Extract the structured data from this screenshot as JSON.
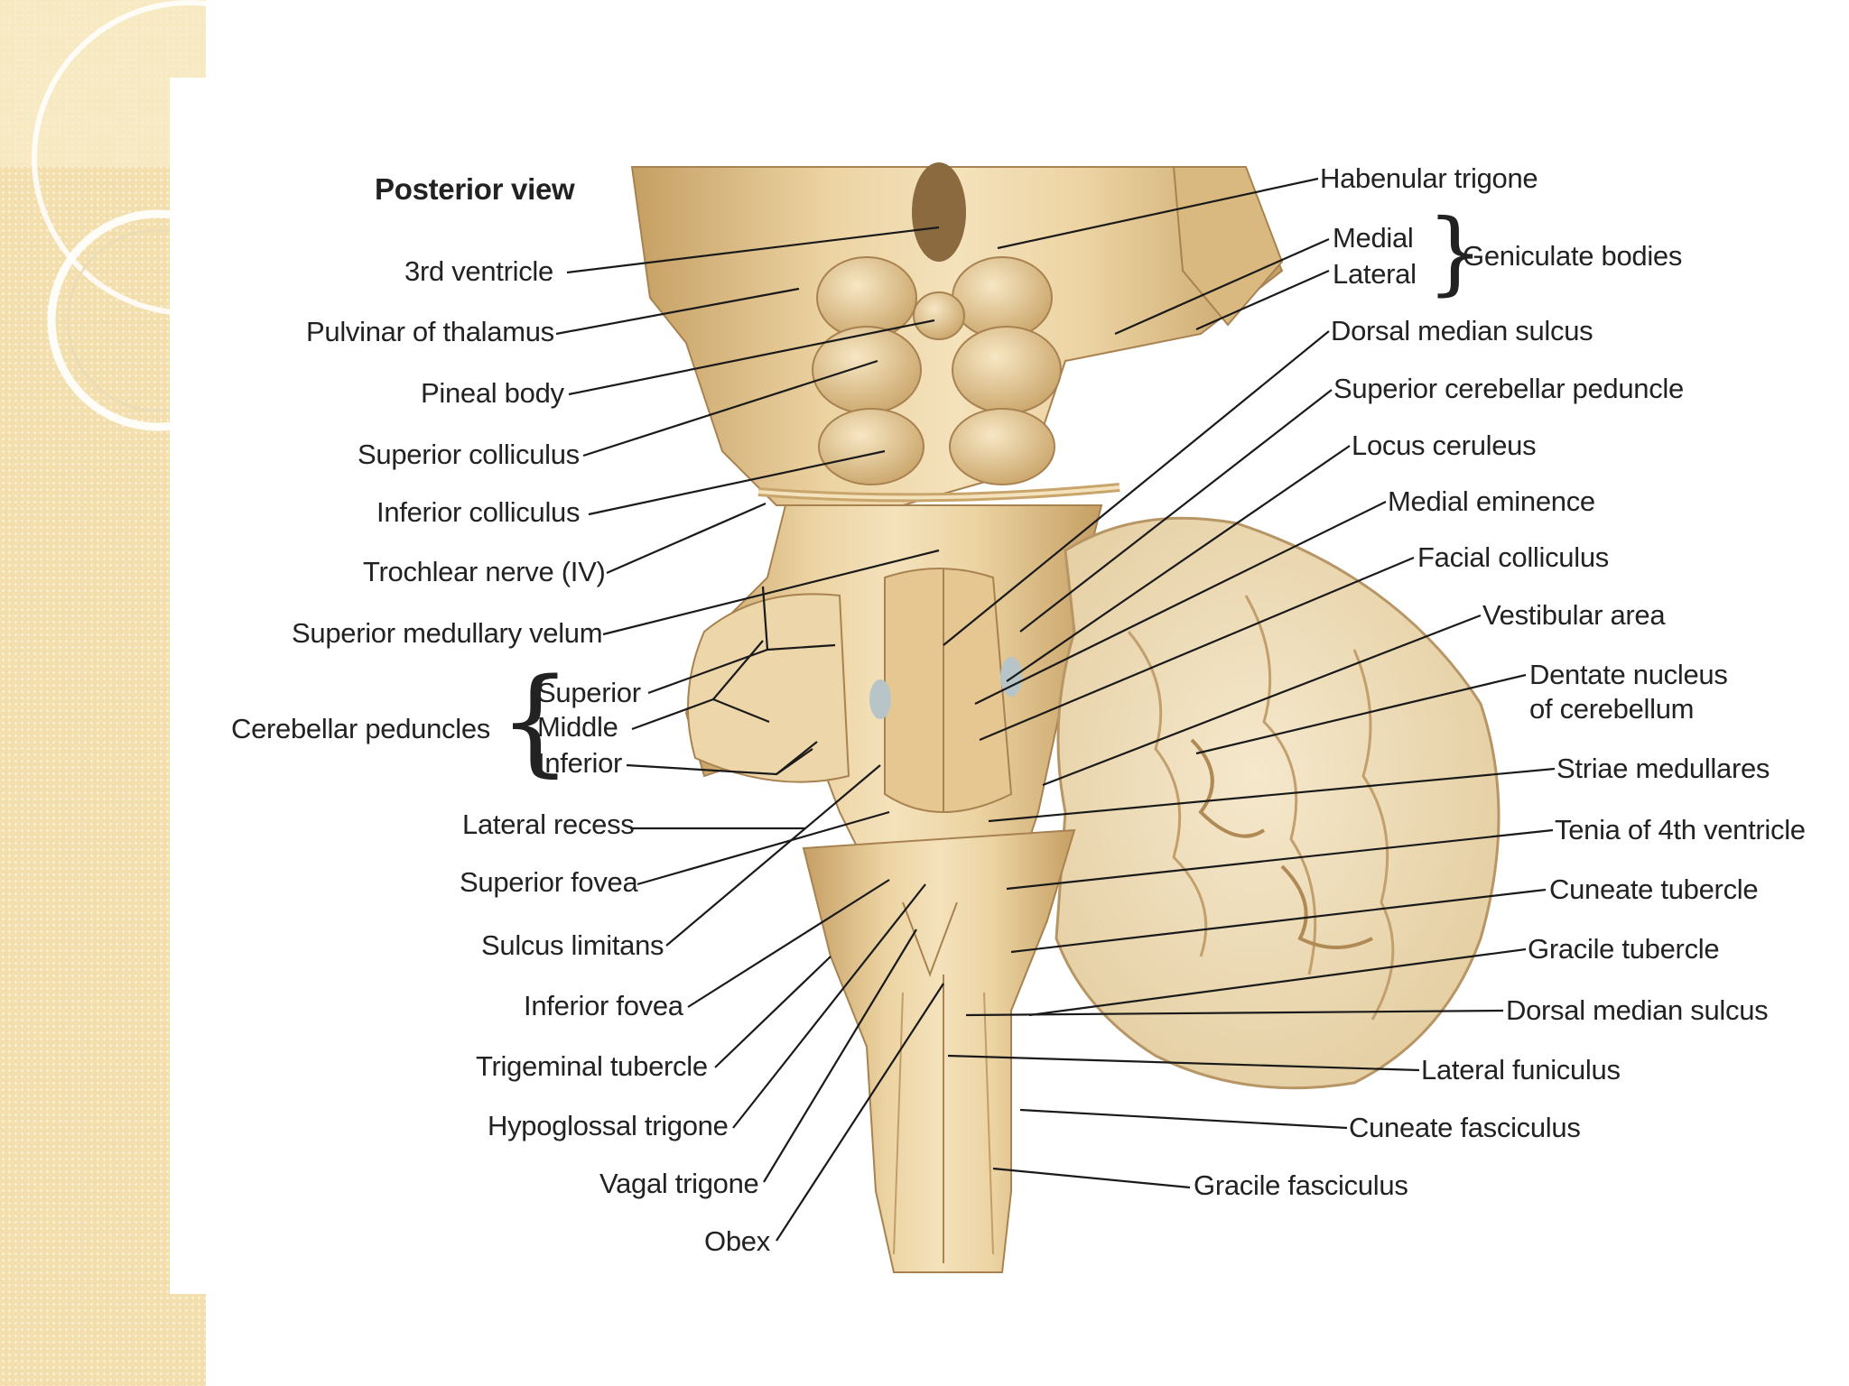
{
  "diagram": {
    "title": "Posterior view",
    "left_labels": {
      "third_ventricle": "3rd ventricle",
      "pulvinar": "Pulvinar of thalamus",
      "pineal_body": "Pineal body",
      "superior_colliculus": "Superior colliculus",
      "inferior_colliculus": "Inferior colliculus",
      "trochlear_nerve": "Trochlear nerve (IV)",
      "superior_medullary_velum": "Superior medullary velum",
      "cerebellar_peduncles": "Cerebellar peduncles",
      "peduncle_superior": "Superior",
      "peduncle_middle": "Middle",
      "peduncle_inferior": "Inferior",
      "lateral_recess": "Lateral recess",
      "superior_fovea": "Superior fovea",
      "sulcus_limitans": "Sulcus limitans",
      "inferior_fovea": "Inferior fovea",
      "trigeminal_tubercle": "Trigeminal tubercle",
      "hypoglossal_trigone": "Hypoglossal trigone",
      "vagal_trigone": "Vagal trigone",
      "obex": "Obex"
    },
    "right_labels": {
      "habenular_trigone": "Habenular trigone",
      "geniculate_medial": "Medial",
      "geniculate_lateral": "Lateral",
      "geniculate_bodies": "Geniculate bodies",
      "dorsal_median_sulcus_top": "Dorsal median sulcus",
      "superior_cerebellar_peduncle": "Superior cerebellar peduncle",
      "locus_ceruleus": "Locus ceruleus",
      "medial_eminence": "Medial eminence",
      "facial_colliculus": "Facial colliculus",
      "vestibular_area": "Vestibular area",
      "dentate_nucleus_1": "Dentate nucleus",
      "dentate_nucleus_2": "of cerebellum",
      "striae_medullares": "Striae medullares",
      "tenia": "Tenia of 4th ventricle",
      "cuneate_tubercle": "Cuneate tubercle",
      "gracile_tubercle": "Gracile tubercle",
      "dorsal_median_sulcus_bottom": "Dorsal median sulcus",
      "lateral_funiculus": "Lateral funiculus",
      "cuneate_fasciculus": "Cuneate fasciculus",
      "gracile_fasciculus": "Gracile fasciculus"
    },
    "colors": {
      "tissue": "#e9cf9e",
      "tissue_shadow": "#c9a56c",
      "cerebellum": "#f1e2c2",
      "leader": "#1a1a1a",
      "strip": "#f3dfad"
    }
  }
}
